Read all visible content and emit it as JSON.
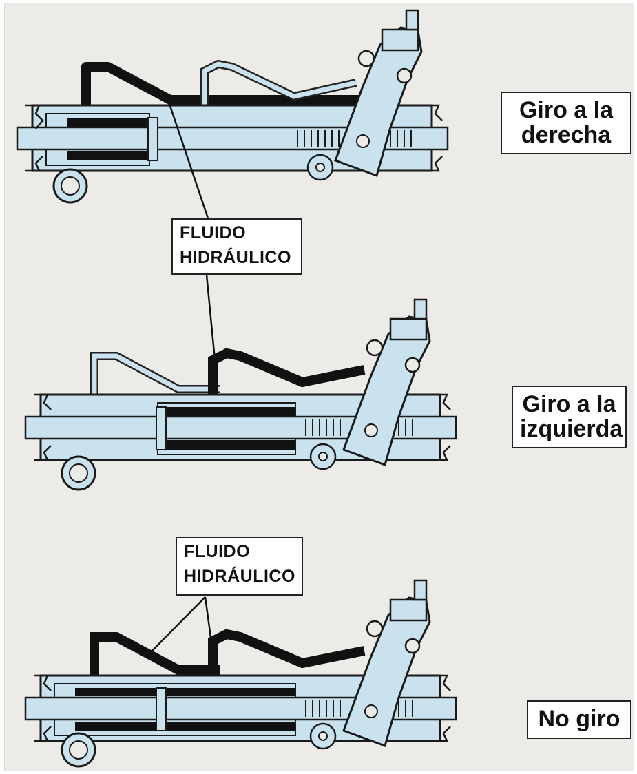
{
  "diagram": {
    "panels": [
      {
        "state_label_l1": "Giro a la",
        "state_label_l2": "derecha"
      },
      {
        "state_label_l1": "Giro a la",
        "state_label_l2": "izquierda"
      },
      {
        "state_label_l1": "No giro",
        "state_label_l2": ""
      }
    ],
    "fluid_callouts": [
      {
        "line1": "FLUIDO",
        "line2": "HIDRÁULICO"
      },
      {
        "line1": "FLUIDO",
        "line2": "HIDRÁULICO"
      }
    ]
  },
  "colors": {
    "paper": "#ecebe7",
    "metal": "#c9e2ee",
    "ink": "#1a1a1a",
    "fluid": "#111111",
    "label_bg": "#ffffff"
  }
}
